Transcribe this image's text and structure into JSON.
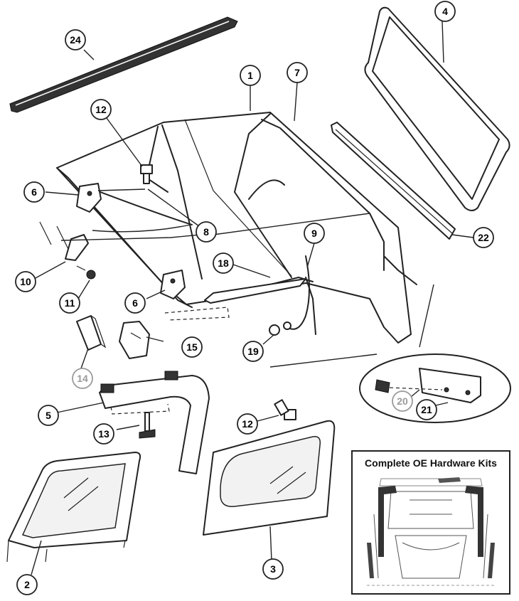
{
  "callouts": {
    "c1": "1",
    "c2": "2",
    "c3": "3",
    "c4": "4",
    "c5": "5",
    "c6a": "6",
    "c6b": "6",
    "c7": "7",
    "c8": "8",
    "c9": "9",
    "c10": "10",
    "c11": "11",
    "c12a": "12",
    "c12b": "12",
    "c13": "13",
    "c14": "14",
    "c15": "15",
    "c18": "18",
    "c19": "19",
    "c20": "20",
    "c21": "21",
    "c22": "22",
    "c24": "24"
  },
  "kit": {
    "title": "Complete OE Hardware Kits"
  },
  "colors": {
    "line": "#222222",
    "gray_callout": "#9a9a9a",
    "glass": "#f2f2f2"
  }
}
